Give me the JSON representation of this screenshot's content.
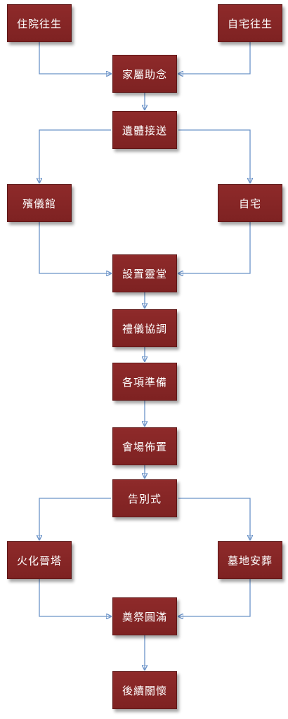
{
  "nodes": {
    "hospital_passing": "住院往生",
    "home_passing": "自宅往生",
    "family_assistance": "家屬助念",
    "remains_transport": "遺體接送",
    "funeral_home": "殯儀館",
    "home": "自宅",
    "set_up_altar": "設置靈堂",
    "ritual_coordination": "禮儀協調",
    "preparations": "各項準備",
    "venue_setup": "會場佈置",
    "farewell_ceremony": "告別式",
    "cremation_columbarium": "火化晉塔",
    "cemetery_burial": "墓地安葬",
    "memorial_completion": "奠祭圓滿",
    "follow_up_care": "後續關懷"
  },
  "colors": {
    "node_fill": "#8b2727",
    "node_text": "#ffffff",
    "connector": "#6b93c8"
  }
}
